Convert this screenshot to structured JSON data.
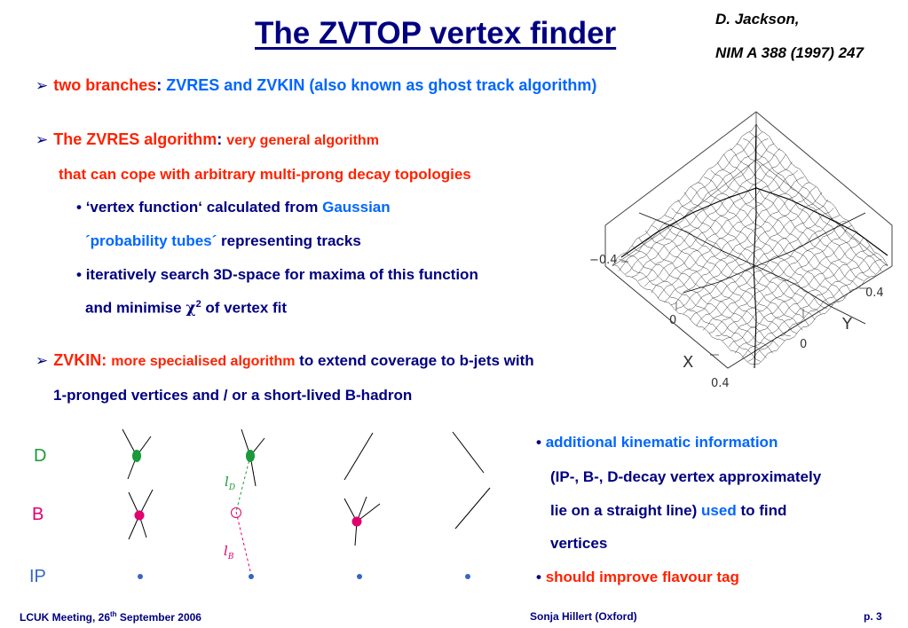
{
  "title": "The ZVTOP vertex finder",
  "reference": {
    "line1": "D. Jackson,",
    "line2": "NIM A 388 (1997) 247"
  },
  "branches": {
    "lead": "two branches",
    "colon": ":",
    "rest": "ZVRES and ZVKIN (also known as ghost track algorithm)"
  },
  "zvres": {
    "heading": "The ZVRES algorithm",
    "colon": ":",
    "tagline": "very general algorithm",
    "line2": "that can cope with arbitrary multi-prong decay topologies",
    "bullet1": {
      "a": "‘vertex function‘  calculated from ",
      "b": "Gaussian"
    },
    "bullet1_cont": {
      "a": "´probability tubes´",
      "b": " representing tracks"
    },
    "bullet2": "iteratively search 3D-space for maxima of this function",
    "bullet2_cont": {
      "a": "and minimise ",
      "chi": "χ",
      "sup": "2",
      "b": " of vertex fit"
    }
  },
  "zvkin": {
    "heading": "ZVKIN:",
    "tagline": "more specialised algorithm",
    "rest": " to extend coverage to b-jets with",
    "line2": "1-pronged vertices and / or a short-lived B-hadron"
  },
  "plot": {
    "tick_neg": "−0.4",
    "tick_x0": "0",
    "tick_y0": "0",
    "tick_y04": "0.4",
    "tick_x04": "0.4",
    "x_label": "X",
    "y_label": "Y"
  },
  "diagram": {
    "label_d": "D",
    "label_b": "B",
    "label_ip": "IP",
    "l_d": "l",
    "l_d_sub": "D",
    "l_b": "l",
    "l_b_sub": "B"
  },
  "kin_bullets": {
    "b1": "additional kinematic information",
    "b1_l2": "(IP-, B-, D-decay vertex approximately",
    "b1_l3a": "lie on a straight line) ",
    "b1_l3b": "used",
    "b1_l3c": " to find",
    "b1_l4": "vertices",
    "b2": "should improve flavour tag"
  },
  "footer": {
    "left_a": "LCUK Meeting, 26",
    "left_sup": "th",
    "left_b": " September 2006",
    "center": "Sonja Hillert (Oxford)",
    "right": "p. 3"
  },
  "colors": {
    "navy": "#000080",
    "red": "#ff2200",
    "blue": "#0066ff",
    "green": "#1a9a3a",
    "magenta": "#e0006e"
  }
}
